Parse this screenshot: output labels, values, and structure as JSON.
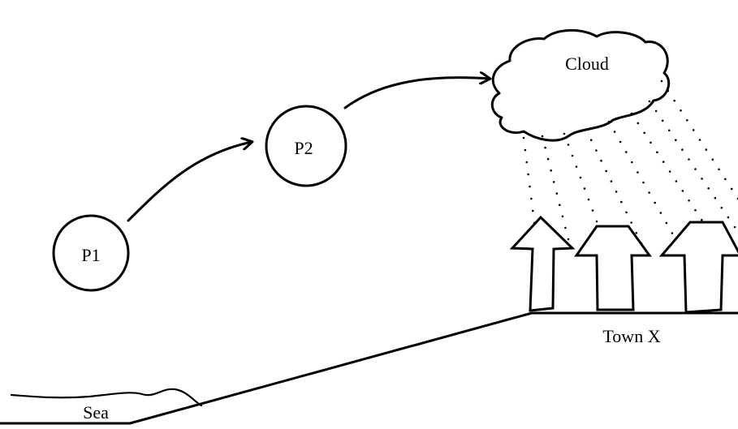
{
  "labels": {
    "p1": "P1",
    "p2": "P2",
    "cloud": "Cloud",
    "town": "Town X",
    "sea": "Sea"
  },
  "colors": {
    "ink": "#000000",
    "background": "#ffffff"
  }
}
